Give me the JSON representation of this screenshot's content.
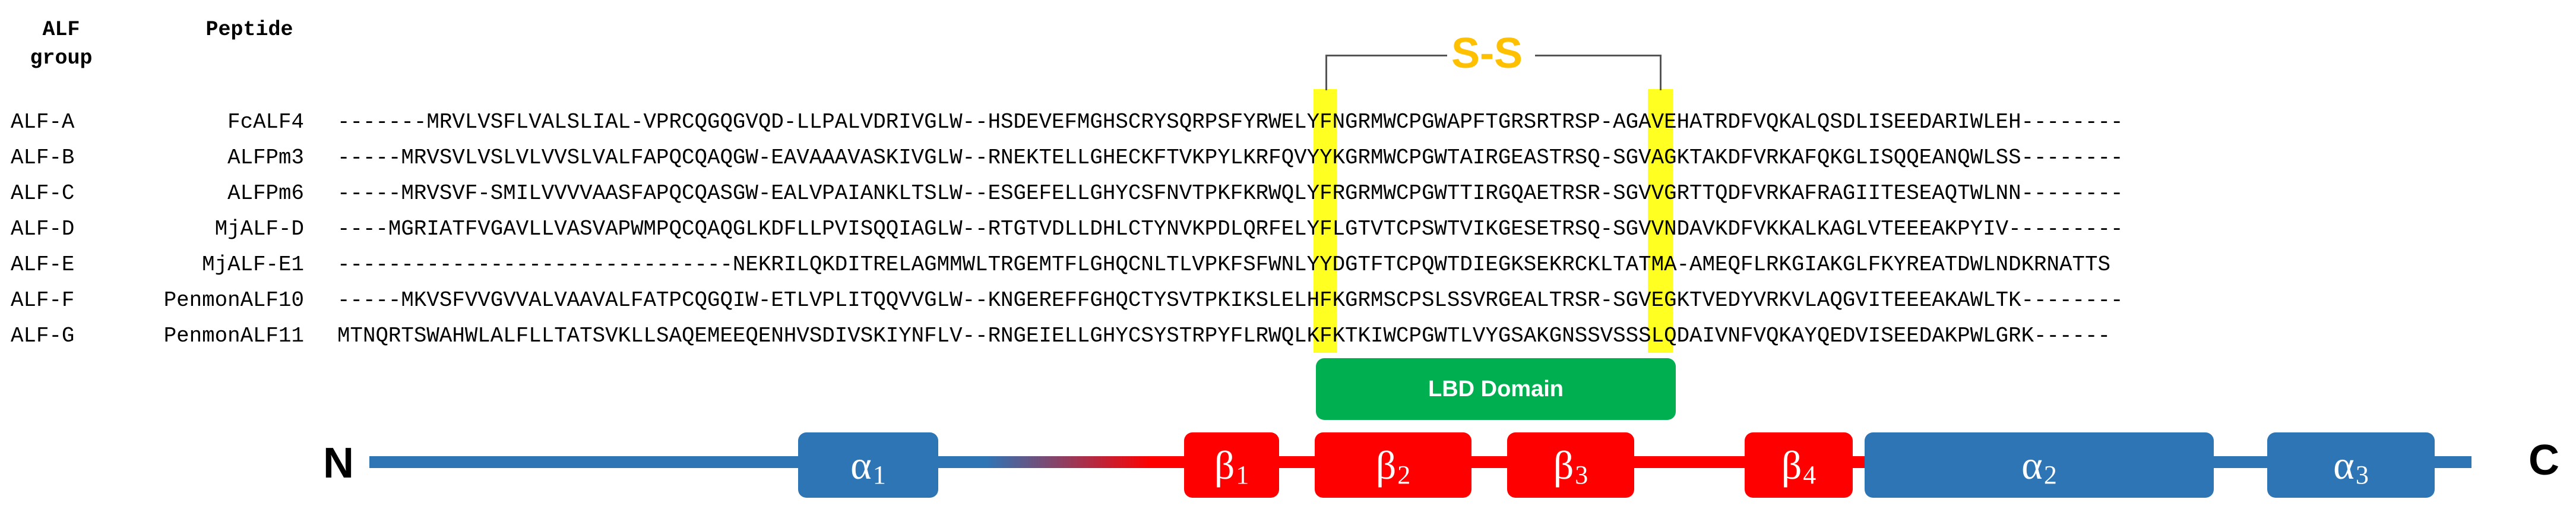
{
  "header": {
    "group_label_line1": "ALF",
    "group_label_line2": "group",
    "peptide_label": "Peptide"
  },
  "alignment": [
    {
      "group": "ALF-A",
      "peptide": "FcALF4",
      "sequence": "-------MRVLVSFLVALSLIAL-VPRCQGQGVQD-LLPALVDRIVGLW--HSDEVEFMGHSCRYSQRPSFYRWELYFNGRMWCPGWAPFTGRSRTRSP-AGAVEHATRDFVQKALQSDLISEEDARIWLEH--------"
    },
    {
      "group": "ALF-B",
      "peptide": "ALFPm3",
      "sequence": "-----MRVSVLVSLVLVVSLVALFAPQCQAQGW-EAVAAAVASKIVGLW--RNEKTELLGHECKFTVKPYLKRFQVYYKGRMWCPGWTAIRGEASTRSQ-SGVAGKTAKDFVRKAFQKGLISQQEANQWLSS--------"
    },
    {
      "group": "ALF-C",
      "peptide": "ALFPm6",
      "sequence": "-----MRVSVF-SMILVVVVAASFAPQCQASGW-EALVPAIANKLTSLW--ESGEFELLGHYCSFNVTPKFKRWQLYFRGRMWCPGWTTIRGQAETRSR-SGVVGRTTQDFVRKAFRAGIITESEAQTWLNN--------"
    },
    {
      "group": "ALF-D",
      "peptide": "MjALF-D",
      "sequence": "----MGRIATFVGAVLLVASVAPWMPQCQAQGLKDFLLPVISQQIAGLW--RTGTVDLLDHLCTYNVKPDLQRFELYFLGTVTCPSWTVIKGESETRSQ-SGVVNDAVKDFVKKALKAGLVTEEEAKPYIV---------"
    },
    {
      "group": "ALF-E",
      "peptide": "MjALF-E1",
      "sequence": "-------------------------------NEKRILQKDITRELAGMMWLTRGEMTFLGHQCNLTLVPKFSFWNLYYDGTFTCPQWTDIEGKSEKRCKLTATMA-AMEQFLRKGIAKGLFKYREATDWLNDKRNATTS"
    },
    {
      "group": "ALF-F",
      "peptide": "PenmonALF10",
      "sequence": "-----MKVSFVVGVVALVAAVALFATPCQGQIW-ETLVPLITQQVVGLW--KNGEREFFGHQCTYSVTPKIKSLELHFKGRMSCPSLSSVRGEALTRSR-SGVEGKTVEDYVRKVLAQGVITEEEAKAWLTK--------"
    },
    {
      "group": "ALF-G",
      "peptide": "PenmonALF11",
      "sequence": "MTNQRTSWAHWLALFLLTATSVKLLSAQEMEEQENHVSDIVSKIYNFLV--RNGEIELLGHYCSYSTRPYFLRWQLKFKTKIWCPGWTLVYGSAKGNSSVSSSLQDAIVNFVQKAYQEDVISEEDAKPWLGRK------"
    }
  ],
  "disulfide": {
    "label": "S-S",
    "highlight_color": "#ffff22",
    "label_color": "#ffc000"
  },
  "domain_box": {
    "label": "LBD Domain",
    "color": "#00b050"
  },
  "topology": {
    "n_label": "N",
    "c_label": "C",
    "helix_color": "#2e75b6",
    "strand_color": "#ff0000",
    "elements": [
      {
        "type": "helix",
        "symbol": "α",
        "index": "1"
      },
      {
        "type": "strand",
        "symbol": "β",
        "index": "1"
      },
      {
        "type": "strand",
        "symbol": "β",
        "index": "2"
      },
      {
        "type": "strand",
        "symbol": "β",
        "index": "3"
      },
      {
        "type": "strand",
        "symbol": "β",
        "index": "4"
      },
      {
        "type": "helix",
        "symbol": "α",
        "index": "2"
      },
      {
        "type": "helix",
        "symbol": "α",
        "index": "3"
      }
    ]
  }
}
